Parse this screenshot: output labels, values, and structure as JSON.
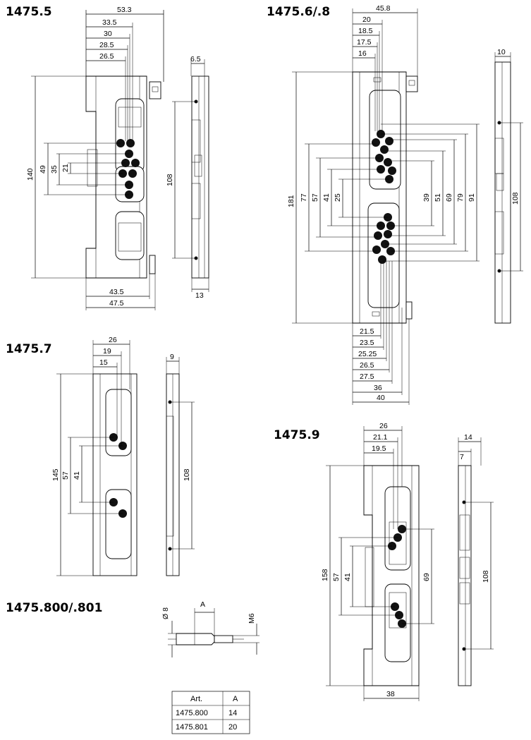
{
  "titles": {
    "a": "1475.5",
    "b": "1475.6/.8",
    "c": "1475.7",
    "d": "1475.800/.801",
    "e": "1475.9"
  },
  "dims_1475_5": {
    "w533": "53.3",
    "w335": "33.5",
    "w30": "30",
    "w285": "28.5",
    "w265": "26.5",
    "w65": "6.5",
    "h140": "140",
    "h49": "49",
    "h35": "35",
    "h21": "21",
    "h108": "108",
    "b435": "43.5",
    "b475": "47.5",
    "b13": "13"
  },
  "dims_1475_6": {
    "w458": "45.8",
    "w20": "20",
    "w185": "18.5",
    "w175": "17.5",
    "w16": "16",
    "w10": "10",
    "h181": "181",
    "h77": "77",
    "h57": "57",
    "h41": "41",
    "h25": "25",
    "h39": "39",
    "h51": "51",
    "h69": "69",
    "h79": "79",
    "h91": "91",
    "h108": "108",
    "b215": "21.5",
    "b235": "23.5",
    "b2525": "25.25",
    "b265": "26.5",
    "b275": "27.5",
    "b36": "36",
    "b40": "40"
  },
  "dims_1475_7": {
    "w26": "26",
    "w19": "19",
    "w15": "15",
    "w9": "9",
    "h145": "145",
    "h57": "57",
    "h41": "41",
    "h108": "108"
  },
  "dims_1475_8": {
    "d8": "Ø 8",
    "a": "A",
    "m6": "M6"
  },
  "dims_1475_9": {
    "w26": "26",
    "w211": "21.1",
    "w195": "19.5",
    "w14": "14",
    "w7": "7",
    "h158": "158",
    "h57": "57",
    "h41": "41",
    "h69": "69",
    "h108": "108",
    "b38": "38"
  },
  "table": {
    "headers": [
      "Art.",
      "A"
    ],
    "rows": [
      [
        "1475.800",
        "14"
      ],
      [
        "1475.801",
        "20"
      ]
    ]
  }
}
